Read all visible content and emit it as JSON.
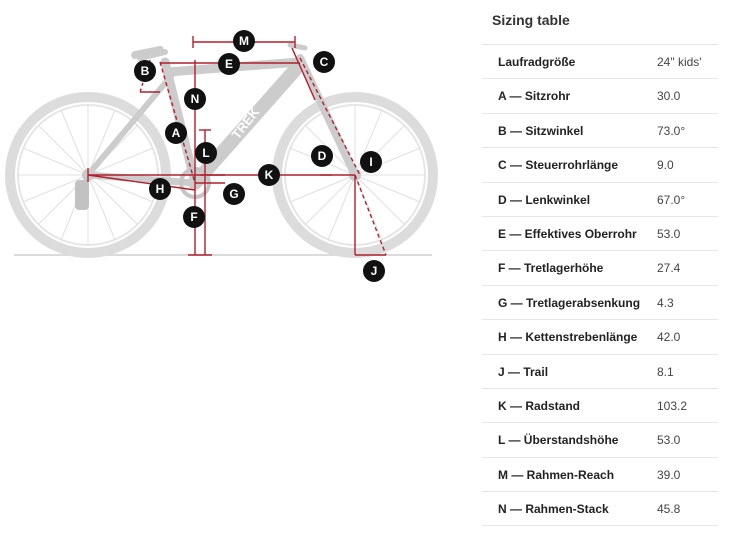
{
  "diagram": {
    "brand_text": "TREK",
    "markers": [
      "M",
      "E",
      "C",
      "B",
      "N",
      "A",
      "L",
      "D",
      "I",
      "H",
      "G",
      "K",
      "F",
      "J"
    ]
  },
  "sizing": {
    "title": "Sizing table",
    "rows": [
      {
        "label": "Laufradgröße",
        "value": "24\" kids'"
      },
      {
        "label": "A — Sitzrohr",
        "value": "30.0"
      },
      {
        "label": "B — Sitzwinkel",
        "value": "73.0°"
      },
      {
        "label": "C — Steuerrohrlänge",
        "value": "9.0"
      },
      {
        "label": "D — Lenkwinkel",
        "value": "67.0°"
      },
      {
        "label": "E — Effektives Oberrohr",
        "value": "53.0"
      },
      {
        "label": "F — Tretlagerhöhe",
        "value": "27.4"
      },
      {
        "label": "G — Tretlagerabsenkung",
        "value": "4.3"
      },
      {
        "label": "H — Kettenstrebenlänge",
        "value": "42.0"
      },
      {
        "label": "J — Trail",
        "value": "8.1"
      },
      {
        "label": "K — Radstand",
        "value": "103.2"
      },
      {
        "label": "L — Überstandshöhe",
        "value": "53.0"
      },
      {
        "label": "M — Rahmen-Reach",
        "value": "39.0"
      },
      {
        "label": "N — Rahmen-Stack",
        "value": "45.8"
      }
    ]
  },
  "colors": {
    "measure_line": "#b0202c",
    "bike_grey": "#d4d4d4",
    "marker_fill": "#111111"
  }
}
